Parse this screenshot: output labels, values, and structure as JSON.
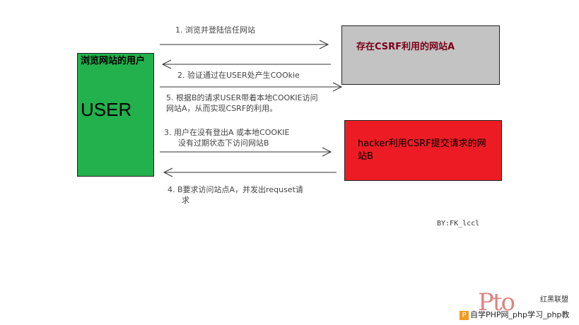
{
  "boxes": {
    "user": {
      "title": "浏览网站的用户",
      "name": "USER",
      "color": "#22b14c"
    },
    "site_a": {
      "label": "存在CSRF利用的网站A",
      "color": "#c3c3c3"
    },
    "hacker": {
      "label": "hacker利用CSRF提交请求的网站B",
      "color": "#ed1c24"
    }
  },
  "steps": {
    "step1": "1. 浏览并登陆信任网站",
    "step2": "2. 验证通过在USER处产生COOkie",
    "step3_line1": "3. 用户在没有登出A 或本地COOKIE",
    "step3_line2": "没有过期状态下访问网站B",
    "step4_line1": "4. B要求访问站点A，并发出requset请",
    "step4_line2": "求",
    "step5_line1": "5. 根据B的请求USER带着本地COOKIE访问",
    "step5_line2": "网站A，从而实现CSRF的利用。"
  },
  "credit": "BY:FK_lccl",
  "watermark": {
    "logo_text": "红黑联盟",
    "bar_text": "自学PHP网_php学习_php教"
  }
}
